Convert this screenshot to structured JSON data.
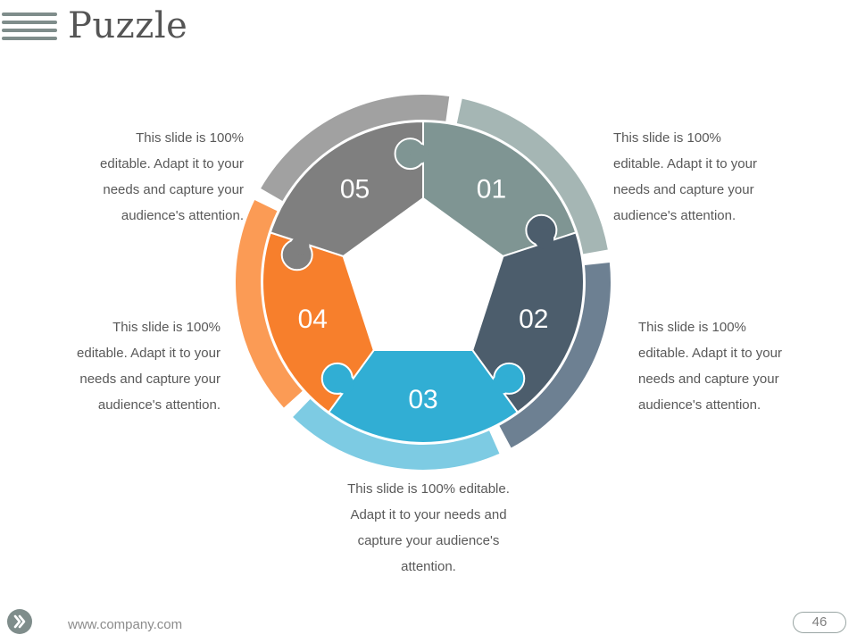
{
  "title": "Puzzle",
  "segments": [
    {
      "number": "01",
      "color": "#7f9593",
      "band_color": "#a5b6b4"
    },
    {
      "number": "02",
      "color": "#4c5d6c",
      "band_color": "#6d8092"
    },
    {
      "number": "03",
      "color": "#31aed4",
      "band_color": "#7dcbe3"
    },
    {
      "number": "04",
      "color": "#f77f2c",
      "band_color": "#fb9b55"
    },
    {
      "number": "05",
      "color": "#7f7f7f",
      "band_color": "#a1a1a1"
    }
  ],
  "descriptions": {
    "top_right": [
      "This slide is 100%",
      "editable. Adapt it to your",
      "needs and capture your",
      "audience's attention."
    ],
    "top_left": [
      "This slide is 100%",
      "editable. Adapt it to your",
      "needs and capture your",
      "audience's attention."
    ],
    "middle_right": [
      "This slide is 100%",
      "editable. Adapt it to your",
      "needs and capture your",
      "audience's attention."
    ],
    "middle_left": [
      "This slide is 100%",
      "editable. Adapt it to your",
      "needs and capture your",
      "audience's attention."
    ],
    "bottom": [
      "This slide is 100% editable.",
      "Adapt it to your needs and",
      "capture your audience's",
      "attention."
    ]
  },
  "footer": {
    "url": "www.company.com",
    "page_number": "46"
  }
}
